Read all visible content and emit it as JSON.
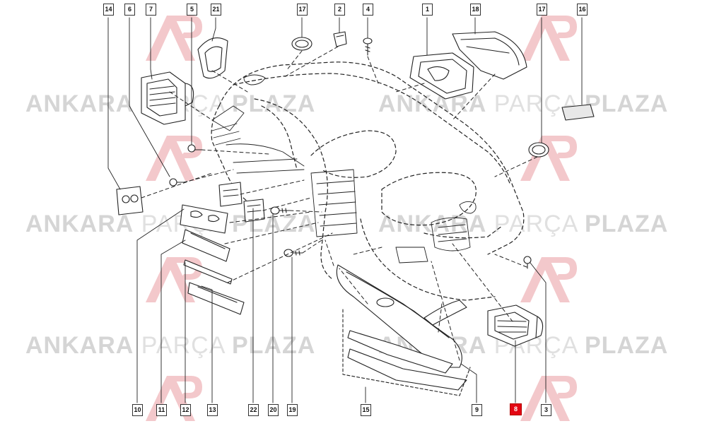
{
  "watermark": {
    "word1": "ANKARA",
    "word2": "PARÇA",
    "word3": "PLAZA",
    "logo_color": "#f3c8cb"
  },
  "callouts": {
    "top": [
      "14",
      "6",
      "7",
      "5",
      "21",
      "17",
      "2",
      "4",
      "1",
      "18",
      "17",
      "16"
    ],
    "bottom": [
      "10",
      "11",
      "12",
      "13",
      "22",
      "20",
      "19",
      "15",
      "9",
      "8",
      "3"
    ],
    "highlighted": "8",
    "highlight_color": "#e30613"
  }
}
